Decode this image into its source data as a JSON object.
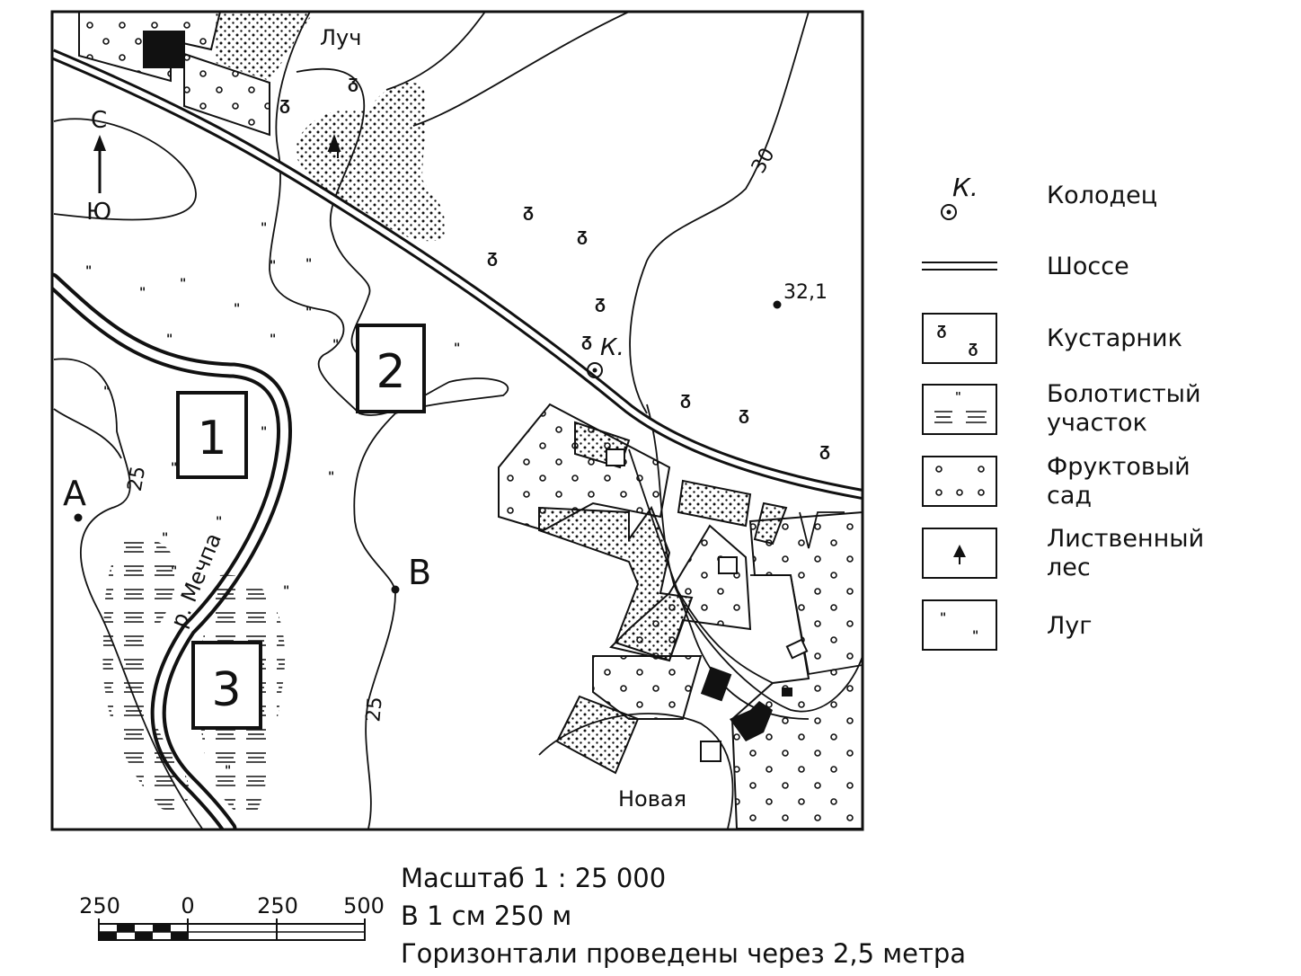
{
  "map": {
    "compass": {
      "north": "С",
      "south": "Ю"
    },
    "places": {
      "luch": "Луч",
      "novaya": "Новая"
    },
    "river": "р. Мечпа",
    "points": {
      "a": "А",
      "b": "В"
    },
    "height_mark": "32,1",
    "well_mark": "К.",
    "contours": {
      "c30": "30",
      "c25_left": "25",
      "c25_bottom": "25"
    },
    "areas": [
      "1",
      "2",
      "3"
    ]
  },
  "legend": {
    "well_symbol": "К.",
    "items": [
      {
        "id": "well",
        "label": "Колодец"
      },
      {
        "id": "highway",
        "label": "Шоссе"
      },
      {
        "id": "shrub",
        "label": "Кустарник"
      },
      {
        "id": "swamp",
        "label": "Болотистый участок"
      },
      {
        "id": "orchard",
        "label": "Фруктовый сад"
      },
      {
        "id": "forest",
        "label": "Лиственный лес"
      },
      {
        "id": "meadow",
        "label": "Луг"
      }
    ]
  },
  "scale": {
    "ticks": [
      "250",
      "0",
      "250",
      "500"
    ],
    "ratio": "Масштаб 1 : 25 000",
    "per_cm": "В 1 см 250 м",
    "contour_interval": "Горизонтали проведены через 2,5 метра"
  }
}
